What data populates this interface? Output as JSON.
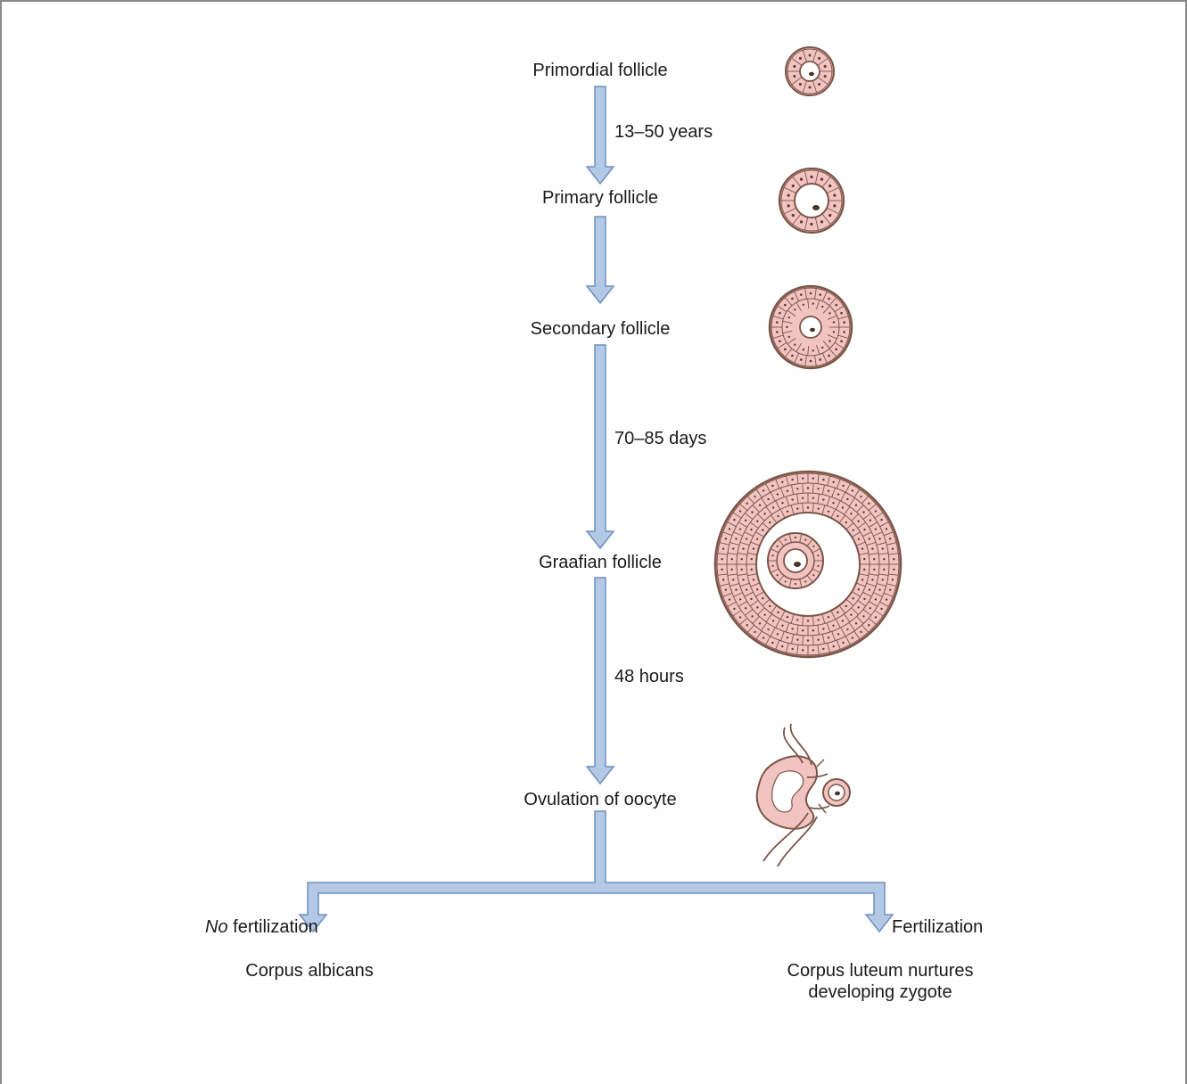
{
  "diagram": {
    "stages": [
      "Primordial follicle",
      "Primary follicle",
      "Secondary follicle",
      "Graafian follicle",
      "Ovulation of oocyte"
    ],
    "durations": {
      "primordial_to_primary": "13–50 years",
      "secondary_to_graafian": "70–85 days",
      "graafian_to_ovulation": "48 hours"
    },
    "branches": {
      "left_condition_emphasis": "No",
      "left_condition_rest": " fertilization",
      "left_outcome": "Corpus albicans",
      "right_condition": "Fertilization",
      "right_outcome": "Corpus luteum nurtures developing zygote"
    },
    "colors": {
      "arrow_fill": "#b3c9e6",
      "arrow_stroke": "#6f8fbf",
      "cell_fill": "#f2c4c1",
      "cell_stroke": "#7a5548",
      "frame": "#8a8a8a"
    }
  }
}
